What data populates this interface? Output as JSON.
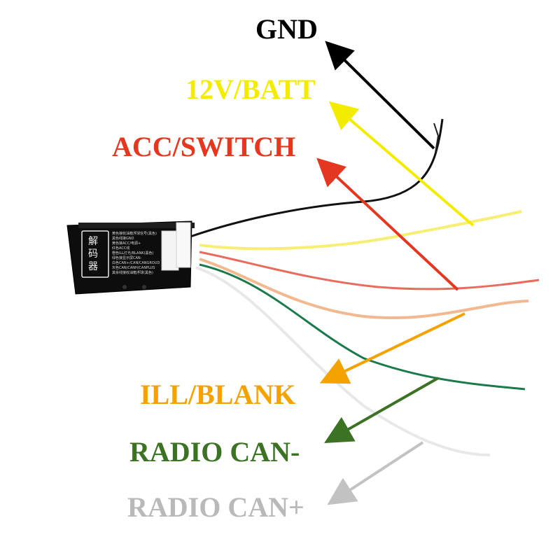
{
  "labels": {
    "gnd": "GND",
    "batt": "12V/BATT",
    "acc": "ACC/SWITCH",
    "ill": "ILL/BLANK",
    "can_minus": "RADIO CAN-",
    "can_plus": "RADIO CAN+"
  },
  "device": {
    "chars": [
      "解",
      "码",
      "器"
    ],
    "sticker_lines": [
      "黄色接收油箱浮球信号(黑色)",
      "黑色线接GND",
      "黄色接ACC/电源+",
      "红色ACC线",
      "橙色ILL灯光/BLANK(黑色)",
      "绿色接显示屏CAN-",
      "白色CAN+/CAN/CANGROUD",
      "灰色CAN/CANH/CANPLUS",
      "其余线接收油箱浮球(黑色)"
    ]
  },
  "colors": {
    "gnd": "#000000",
    "batt": "#f4ec00",
    "acc": "#e3371f",
    "ill": "#f4a200",
    "can_minus": "#3c7224",
    "can_plus": "#b9b9b9"
  }
}
